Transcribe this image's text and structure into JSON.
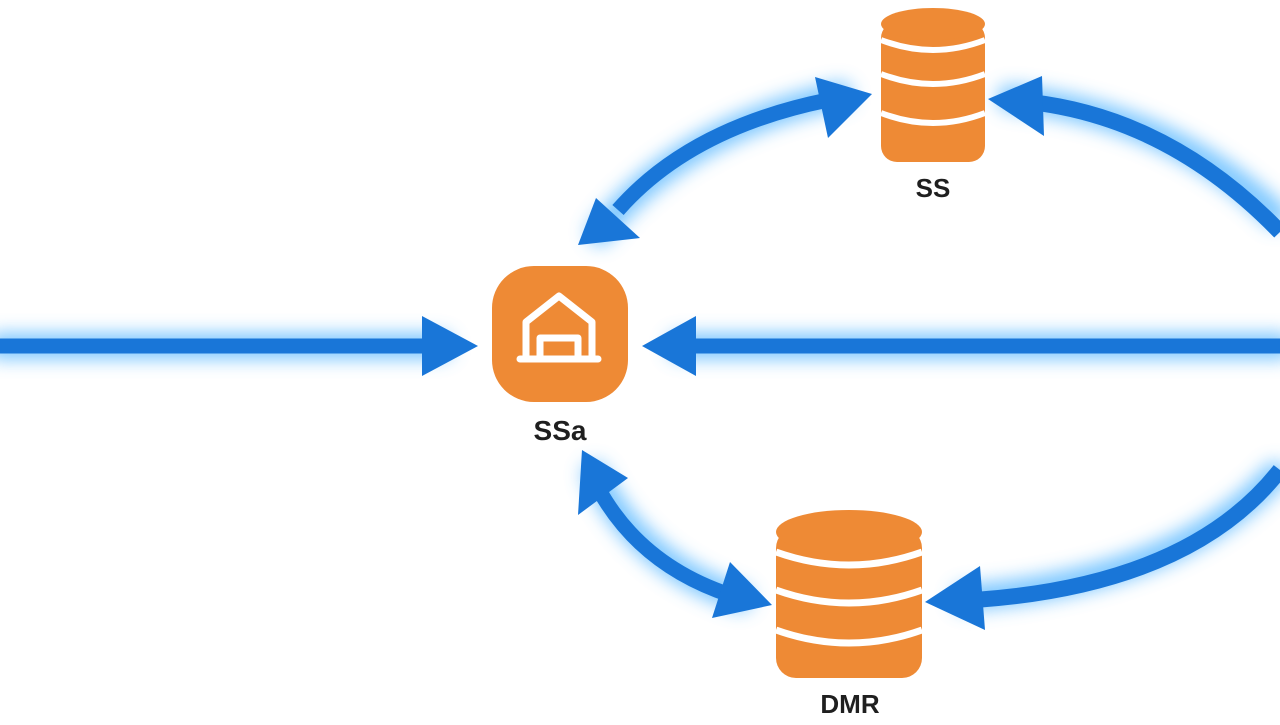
{
  "colors": {
    "arrow": "#1976d8",
    "glow": "#4fb4ff",
    "node_fill": "#ee8a35",
    "stripe": "#ffffff",
    "label": "#1f1f1f"
  },
  "nodes": {
    "service": {
      "label": "SSa",
      "icon": "house-icon"
    },
    "top_db": {
      "label": "SS",
      "icon": "database-icon"
    },
    "bottom_db": {
      "label": "DMR",
      "icon": "database-icon"
    }
  },
  "edges": [
    {
      "from": "left-edge",
      "to": "service",
      "direction": "one-way"
    },
    {
      "from": "right-edge",
      "to": "service",
      "direction": "one-way"
    },
    {
      "from": "service",
      "to": "top_db",
      "direction": "two-way"
    },
    {
      "from": "right-edge",
      "to": "top_db",
      "direction": "one-way"
    },
    {
      "from": "service",
      "to": "bottom_db",
      "direction": "two-way"
    },
    {
      "from": "right-edge",
      "to": "bottom_db",
      "direction": "one-way"
    }
  ]
}
